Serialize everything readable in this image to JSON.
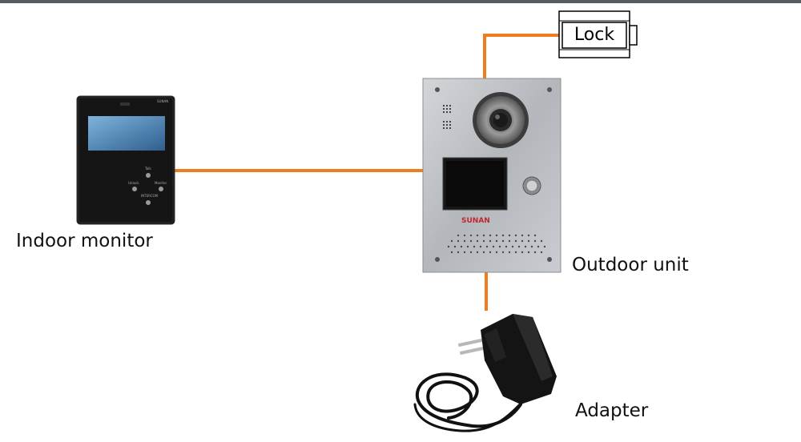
{
  "labels": {
    "lock": "Lock",
    "indoor_monitor": "Indoor monitor",
    "outdoor_unit": "Outdoor unit",
    "adapter": "Adapter"
  },
  "monitor_screen_text": {
    "brand": "SUNAN",
    "talk": "Talk",
    "unlock": "Unlock",
    "monitor": "Monitor",
    "intercom": "INTERCOM"
  },
  "outdoor_brand": "SUNAN",
  "colors": {
    "wire": "#f07d1c",
    "panel": "#b9bdc1",
    "monitor_body": "#151515",
    "monitor_screen": "#5a93c4"
  }
}
